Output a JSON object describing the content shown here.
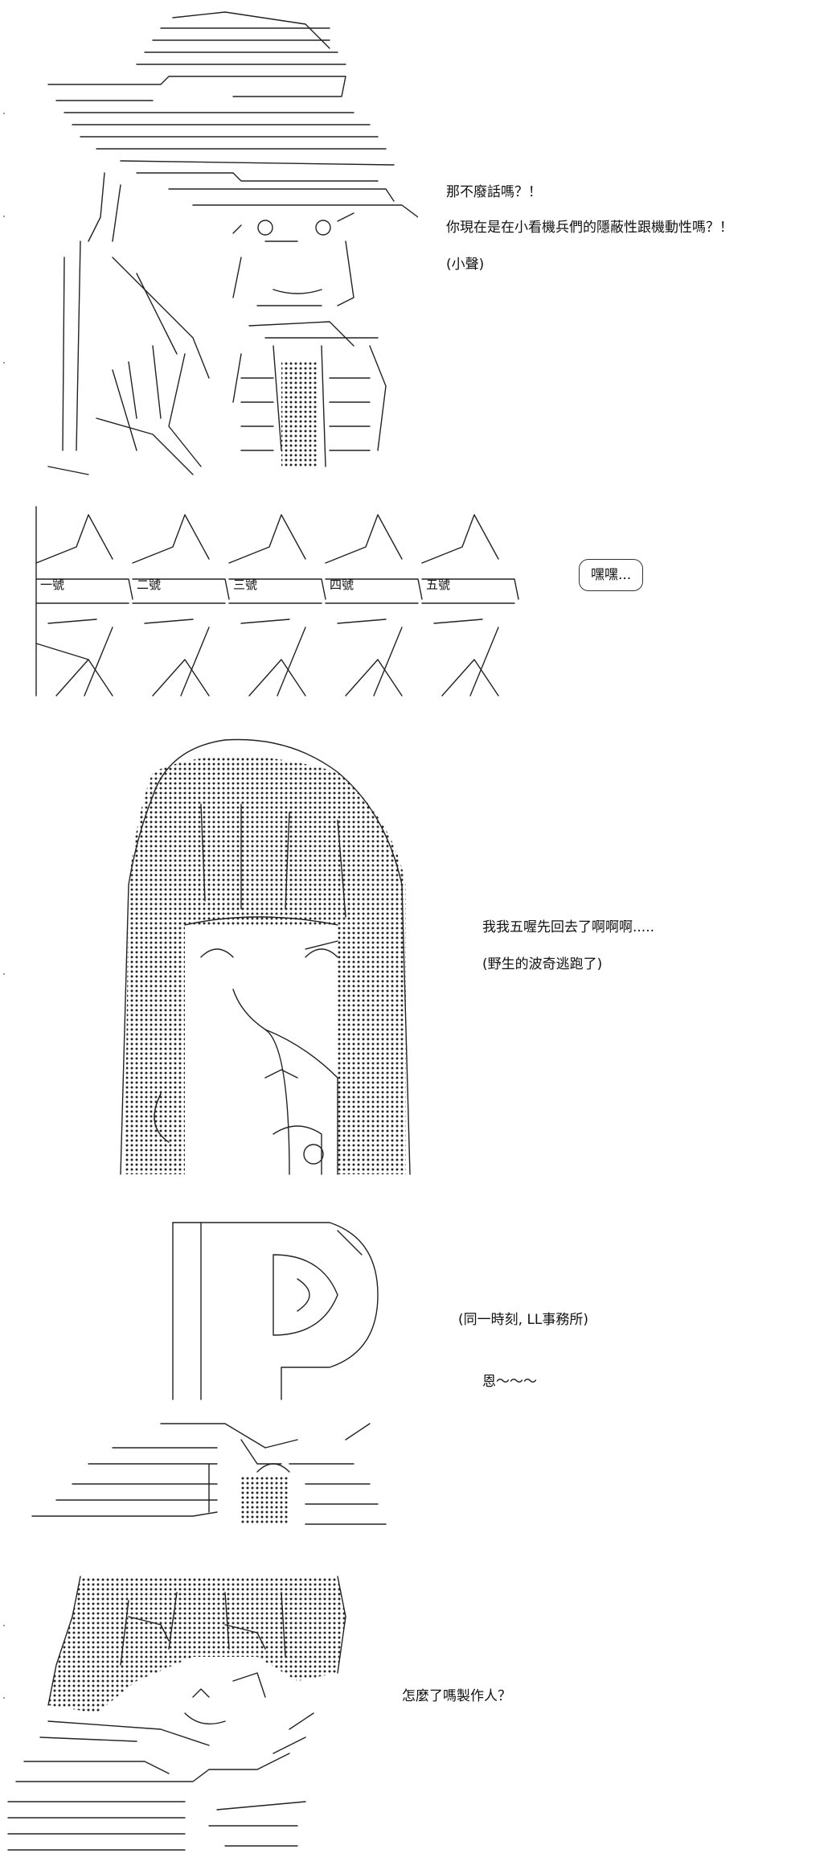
{
  "panels": {
    "panel1": {
      "lines": [
        "那不廢話嗎？！",
        "你現在是在小看機兵們的隱蔽性跟機動性嗎？！",
        "(小聲)"
      ]
    },
    "panel2": {
      "soldiers": [
        "一號",
        "二號",
        "三號",
        "四號",
        "五號"
      ],
      "bubble": "嘿嘿..."
    },
    "panel3": {
      "lines": [
        "我我五喔先回去了啊啊啊.....",
        "(野生的波奇逃跑了)"
      ]
    },
    "panel4": {
      "lines": [
        "(同一時刻, LL事務所)",
        "恩～～～"
      ]
    },
    "panel5": {
      "lines": [
        "怎麼了嗎製作人？"
      ]
    }
  }
}
